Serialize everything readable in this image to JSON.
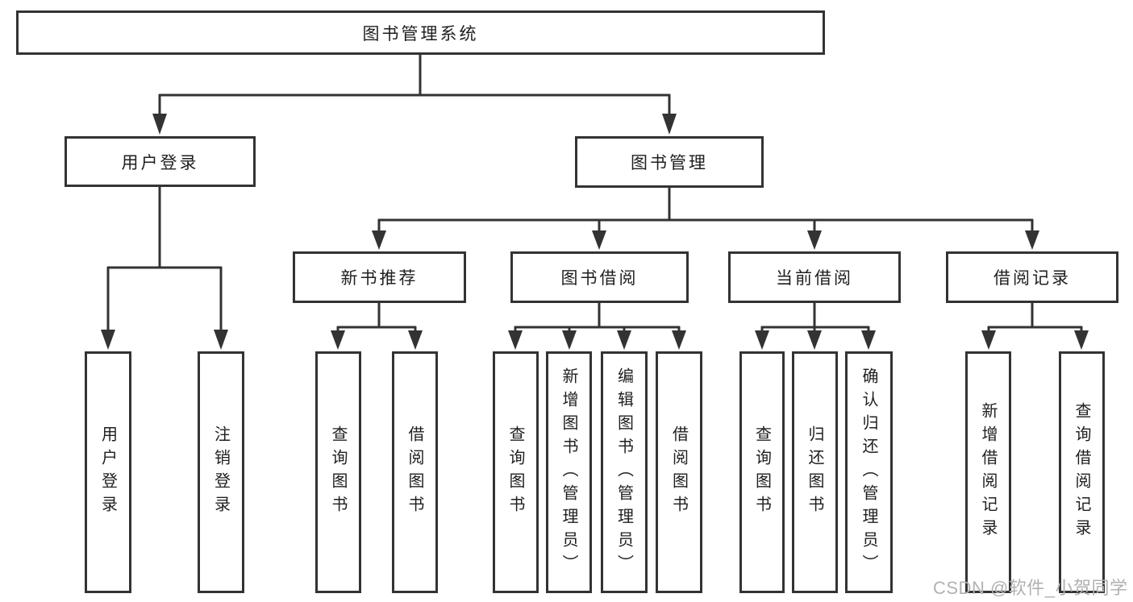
{
  "diagram": {
    "title": "图书管理系统",
    "tree": {
      "label": "图书管理系统",
      "children": [
        {
          "label": "用户登录",
          "children": [
            {
              "label": "用户登录"
            },
            {
              "label": "注销登录"
            }
          ]
        },
        {
          "label": "图书管理",
          "children": [
            {
              "label": "新书推荐",
              "children": [
                {
                  "label": "查询图书"
                },
                {
                  "label": "借阅图书"
                }
              ]
            },
            {
              "label": "图书借阅",
              "children": [
                {
                  "label": "查询图书"
                },
                {
                  "label": "新增图书（管理员）"
                },
                {
                  "label": "编辑图书（管理员）"
                },
                {
                  "label": "借阅图书"
                }
              ]
            },
            {
              "label": "当前借阅",
              "children": [
                {
                  "label": "查询图书"
                },
                {
                  "label": "归还图书"
                },
                {
                  "label": "确认归还（管理员）"
                }
              ]
            },
            {
              "label": "借阅记录",
              "children": [
                {
                  "label": "新增借阅记录"
                },
                {
                  "label": "查询借阅记录"
                }
              ]
            }
          ]
        }
      ]
    },
    "colors": {
      "line": "#333333",
      "text": "#1f1f1f",
      "box_background": "#ffffff",
      "page_background": "#ffffff",
      "watermark": "#b1b1b1"
    }
  },
  "watermark": {
    "text": "CSDN @软件_小贺同学"
  }
}
